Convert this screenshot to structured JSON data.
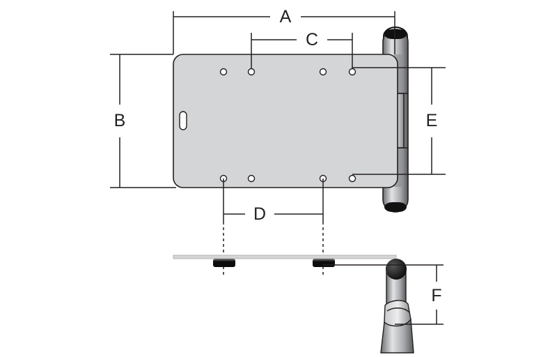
{
  "labels": {
    "a": "A",
    "b": "B",
    "c": "C",
    "d": "D",
    "e": "E",
    "f": "F"
  },
  "colors": {
    "plate_fill": "#d4d5d7",
    "outline": "#231f20",
    "pin_light": "#e2e3e5",
    "pin_mid": "#a7a9ac",
    "pin_dark": "#6d6e71",
    "cap": "#1a1a1a"
  }
}
